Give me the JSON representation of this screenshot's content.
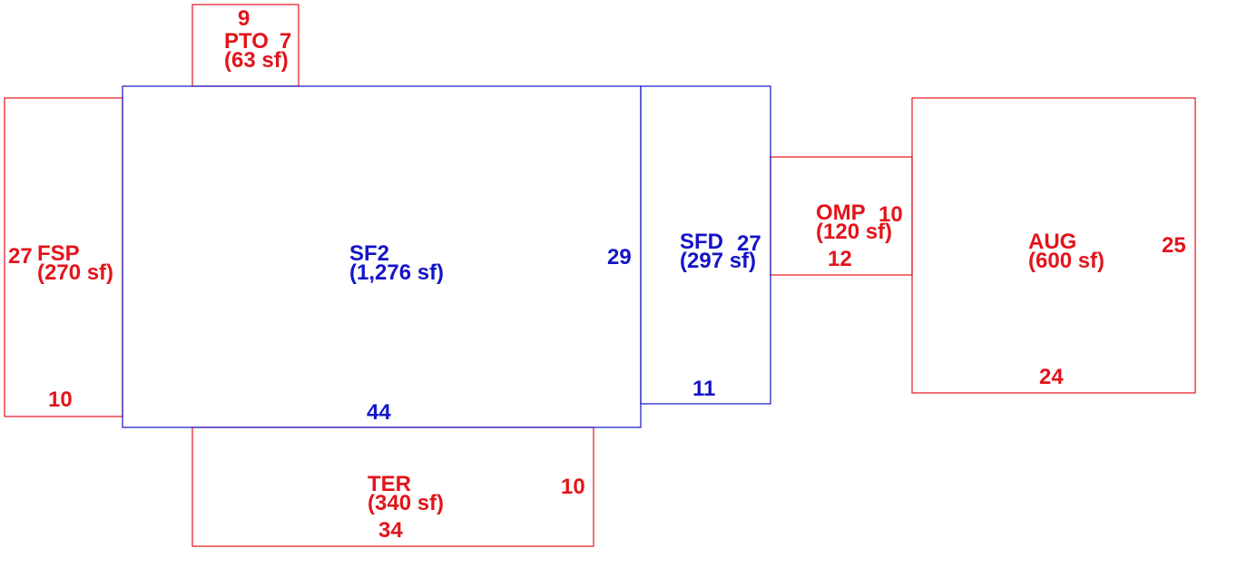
{
  "colors": {
    "red": "#e3141b",
    "blue": "#1414c8",
    "background": "#ffffff"
  },
  "areas": {
    "pto": {
      "code": "PTO",
      "area": "(63 sf)",
      "color": "red",
      "dims": [
        "9",
        "7"
      ]
    },
    "fsp": {
      "code": "FSP",
      "area": "(270 sf)",
      "color": "red",
      "dims": [
        "27",
        "10"
      ]
    },
    "sf2": {
      "code": "SF2",
      "area": "(1,276 sf)",
      "color": "blue",
      "dims": [
        "29",
        "44"
      ]
    },
    "sfd": {
      "code": "SFD",
      "area": "(297 sf)",
      "color": "blue",
      "dims": [
        "27",
        "11"
      ]
    },
    "omp": {
      "code": "OMP",
      "area": "(120 sf)",
      "color": "red",
      "dims": [
        "10",
        "12"
      ]
    },
    "aug": {
      "code": "AUG",
      "area": "(600 sf)",
      "color": "red",
      "dims": [
        "25",
        "24"
      ]
    },
    "ter": {
      "code": "TER",
      "area": "(340 sf)",
      "color": "red",
      "dims": [
        "10",
        "34"
      ]
    }
  }
}
